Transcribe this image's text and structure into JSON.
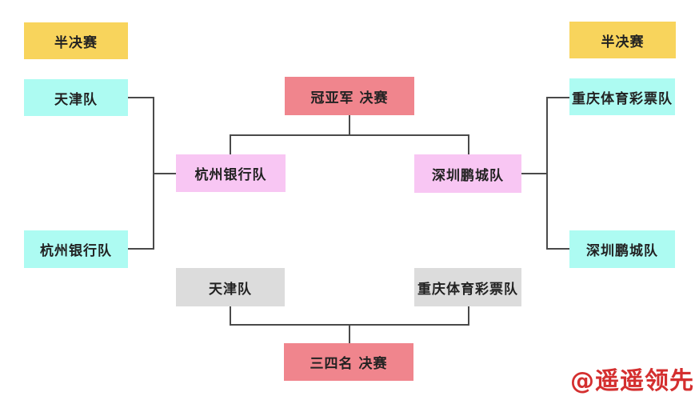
{
  "bracket": {
    "stage_labels": {
      "semifinal_left": "半决赛",
      "semifinal_right": "半决赛",
      "final": "冠亚军 决赛",
      "third_place_final": "三四名 决赛"
    },
    "semifinalists": {
      "left_top": "天津队",
      "left_bottom": "杭州银行队",
      "right_top": "重庆体育彩票队",
      "right_bottom": "深圳鹏城队"
    },
    "finalists": {
      "left": "杭州银行队",
      "right": "深圳鹏城队"
    },
    "third_place_teams": {
      "left": "天津队",
      "right": "重庆体育彩票队"
    }
  },
  "watermark": {
    "text": "@遥遥领先",
    "color": "#d42f2f"
  },
  "colors": {
    "stage_header": "#f8d45c",
    "semifinalist_box": "#adfbf2",
    "finalist_box": "#f8c6f3",
    "match_box": "#f0858d",
    "third_place_box": "#dcdcdc",
    "connector_line": "#4a4a4a",
    "text": "#222222",
    "background": "#ffffff"
  }
}
